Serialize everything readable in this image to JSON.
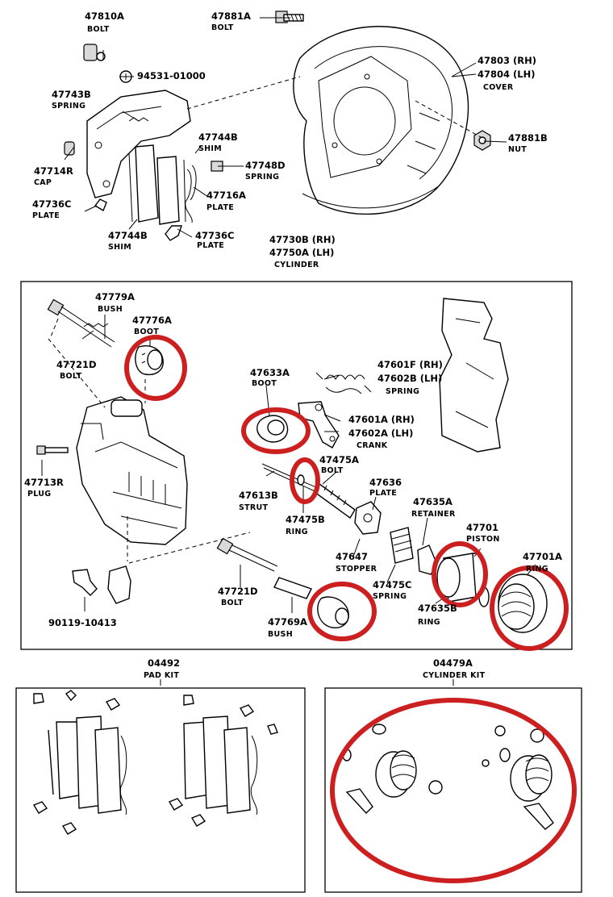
{
  "colors": {
    "highlight": "#cc1f1f",
    "ink": "#000000",
    "background": "#ffffff"
  },
  "labels": {
    "p47810A": {
      "num": "47810A",
      "name": "BOLT"
    },
    "p47881A": {
      "num": "47881A",
      "name": "BOLT"
    },
    "p94531": {
      "num": "94531-01000"
    },
    "p47743B": {
      "num": "47743B",
      "name": "SPRING"
    },
    "p47803": {
      "num": "47803 (RH)",
      "num2": "47804 (LH)",
      "name": "COVER"
    },
    "p47881B": {
      "num": "47881B",
      "name": "NUT"
    },
    "p47744B_top": {
      "num": "47744B",
      "name": "SHIM"
    },
    "p47714R": {
      "num": "47714R",
      "name": "CAP"
    },
    "p47748D": {
      "num": "47748D",
      "name": "SPRING"
    },
    "p47716A": {
      "num": "47716A",
      "name": "PLATE"
    },
    "p47736C_left": {
      "num": "47736C",
      "name": "PLATE"
    },
    "p47744B_bot": {
      "num": "47744B",
      "name": "SHIM"
    },
    "p47736C_right": {
      "num": "47736C",
      "name": "PLATE"
    },
    "p47730B": {
      "num": "47730B (RH)",
      "num2": "47750A (LH)",
      "name": "CYLINDER"
    },
    "p47779A": {
      "num": "47779A",
      "name": "BUSH"
    },
    "p47776A": {
      "num": "47776A",
      "name": "BOOT"
    },
    "p47721D_top": {
      "num": "47721D",
      "name": "BOLT"
    },
    "p47633A": {
      "num": "47633A",
      "name": "BOOT"
    },
    "p47601F": {
      "num": "47601F (RH)",
      "num2": "47602B (LH)",
      "name": "SPRING"
    },
    "p47601A": {
      "num": "47601A (RH)",
      "num2": "47602A (LH)",
      "name": "CRANK"
    },
    "p47713R": {
      "num": "47713R",
      "name": "PLUG"
    },
    "p47475A": {
      "num": "47475A",
      "name": "BOLT"
    },
    "p47613B": {
      "num": "47613B",
      "name": "STRUT"
    },
    "p47636": {
      "num": "47636",
      "name": "PLATE"
    },
    "p47475B": {
      "num": "47475B",
      "name": "RING"
    },
    "p47635A": {
      "num": "47635A",
      "name": "RETAINER"
    },
    "p47701": {
      "num": "47701",
      "name": "PISTON"
    },
    "p47701A": {
      "num": "47701A",
      "name": "RING"
    },
    "p47647": {
      "num": "47647",
      "name": "STOPPER"
    },
    "p47475C": {
      "num": "47475C",
      "name": "SPRING"
    },
    "p47635B": {
      "num": "47635B",
      "name": "RING"
    },
    "p47721D_bot": {
      "num": "47721D",
      "name": "BOLT"
    },
    "p47769A": {
      "num": "47769A",
      "name": "BUSH"
    },
    "p90119": {
      "num": "90119-10413"
    },
    "p04492": {
      "num": "04492",
      "name": "PAD KIT"
    },
    "p04479A": {
      "num": "04479A",
      "name": "CYLINDER KIT"
    }
  }
}
